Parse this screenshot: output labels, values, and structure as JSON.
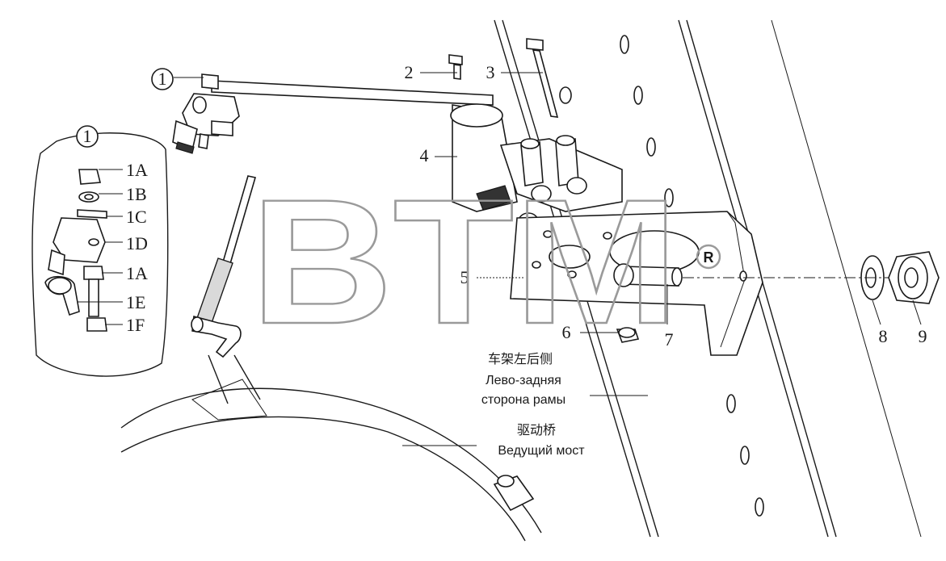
{
  "callouts": {
    "c1_top": "1",
    "c1_inset": "1",
    "n2": "2",
    "n3": "3",
    "n4": "4",
    "n5": "5",
    "n6": "6",
    "n7": "7",
    "n8": "8",
    "n9": "9"
  },
  "inset_labels": [
    "1A",
    "1B",
    "1C",
    "1D",
    "1A",
    "1E",
    "1F"
  ],
  "captions": {
    "frame_cn": "车架左后侧",
    "frame_ru_1": "Лево-задняя",
    "frame_ru_2": "сторона рамы",
    "axle_cn": "驱动桥",
    "axle_ru": "Ведущий мост"
  },
  "watermark": {
    "text": "BTM",
    "mark": "®"
  }
}
